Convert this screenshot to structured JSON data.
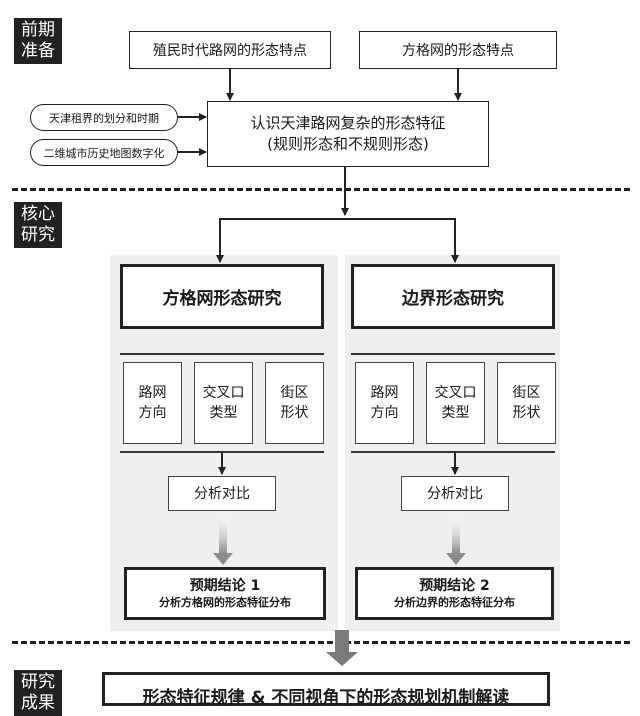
{
  "stages": {
    "prep": [
      "前期",
      "准备"
    ],
    "core": [
      "核心",
      "研究"
    ],
    "result": [
      "研究",
      "成果"
    ]
  },
  "prep": {
    "box_colonial": "殖民时代路网的形态特点",
    "box_grid": "方格网的形态特点",
    "pill_concession": "天津租界的划分和时期",
    "pill_digitize": "二维城市历史地图数字化",
    "center_line1": "认识天津路网复杂的形态特征",
    "center_line2": "(规则形态和不规则形态)"
  },
  "panels": [
    {
      "title": "方格网形态研究",
      "items": [
        [
          "路网",
          "方向"
        ],
        [
          "交叉口",
          "类型"
        ],
        [
          "街区",
          "形状"
        ]
      ],
      "analysis": "分析对比",
      "conclusion_title": "预期结论 1",
      "conclusion_text": "分析方格网的形态特征分布"
    },
    {
      "title": "边界形态研究",
      "items": [
        [
          "路网",
          "方向"
        ],
        [
          "交叉口",
          "类型"
        ],
        [
          "街区",
          "形状"
        ]
      ],
      "analysis": "分析对比",
      "conclusion_title": "预期结论 2",
      "conclusion_text": "分析边界的形态特征分布"
    }
  ],
  "final": "形态特征规律 & 不同视角下的形态规划机制解读",
  "colors": {
    "line": "#222222",
    "panel_bg": "#efefef",
    "big_arrow": "#7a7a7a",
    "gradient_arrow": "#8c8c8c"
  }
}
